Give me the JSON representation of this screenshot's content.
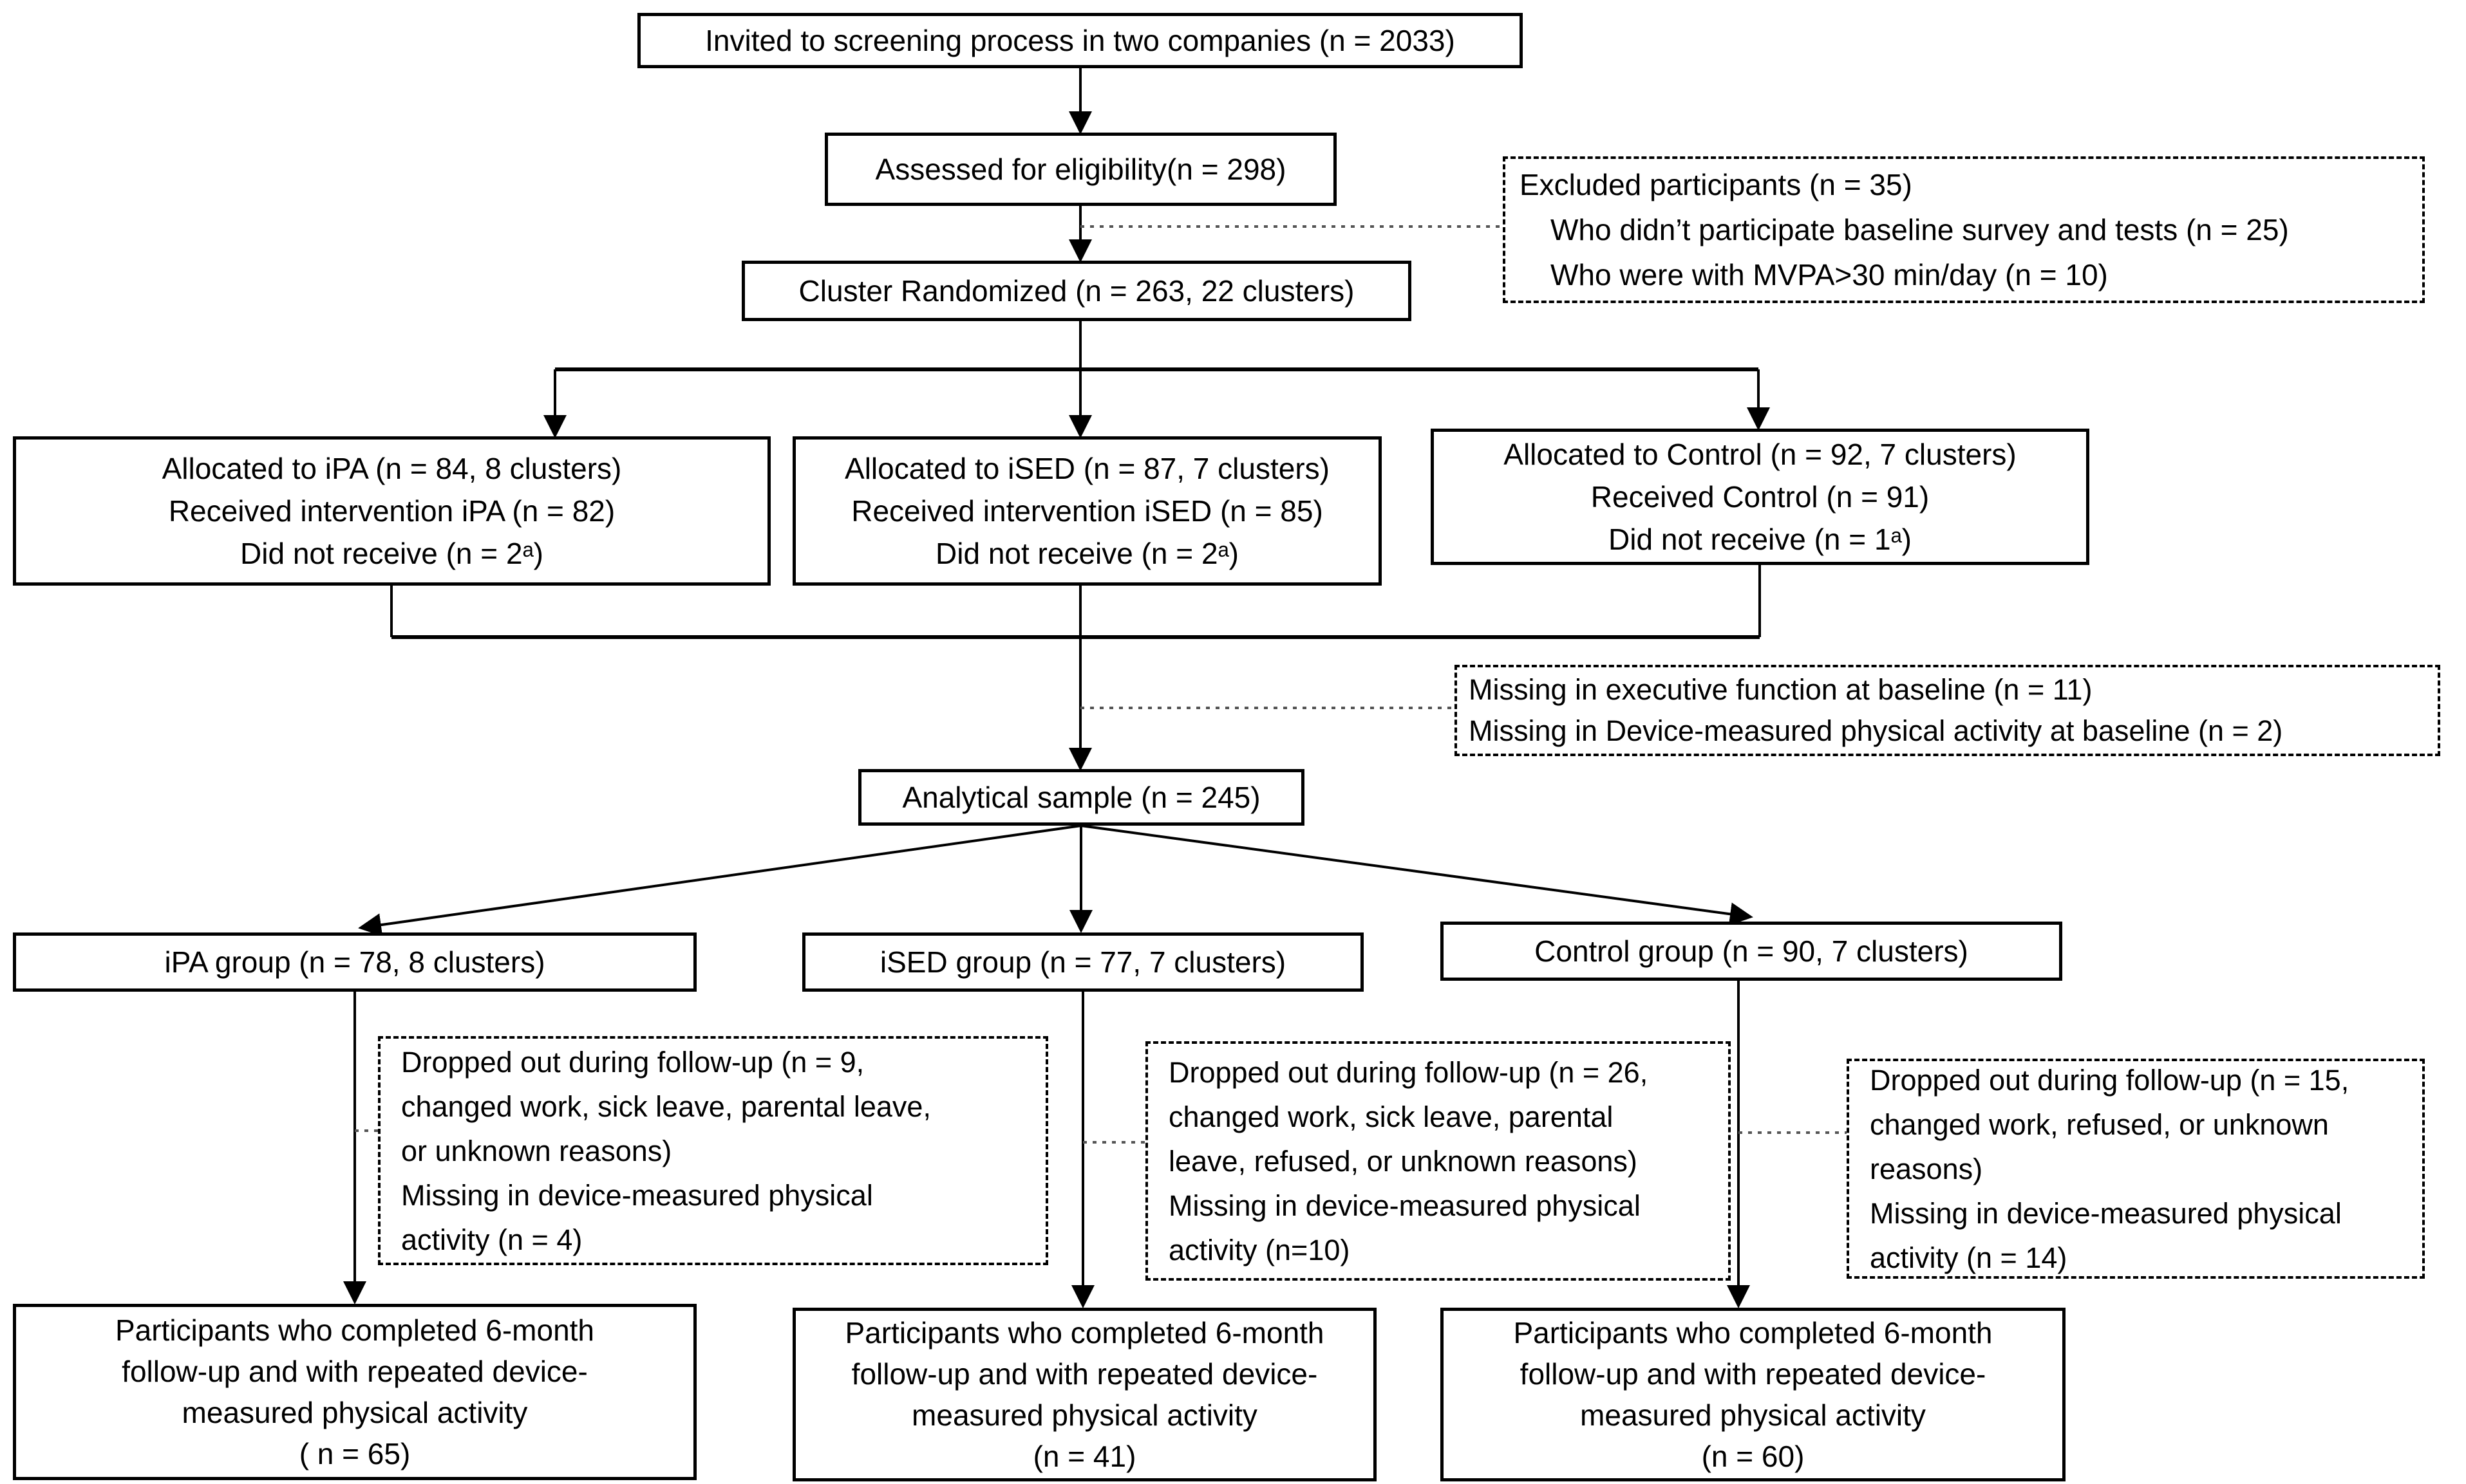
{
  "figure": {
    "type": "consort-flow-diagram",
    "colors": {
      "background": "#ffffff",
      "box_border": "#000000",
      "text": "#000000",
      "solid_connector": "#000000",
      "dashed_connector": "#555555"
    }
  },
  "boxes": {
    "invited": {
      "lines": [
        "Invited to screening process in two companies (n = 2033)"
      ]
    },
    "assessed": {
      "lines": [
        "Assessed for eligibility(n = 298)"
      ]
    },
    "excluded": {
      "lines": [
        "Excluded participants (n = 35)",
        "Who didn’t participate baseline survey and tests (n = 25)",
        "Who were with MVPA>30 min/day (n = 10)"
      ]
    },
    "cluster_randomized": {
      "lines": [
        "Cluster Randomized (n = 263, 22 clusters)"
      ]
    },
    "allocated_ipa": {
      "lines": [
        "Allocated to iPA (n = 84, 8 clusters)",
        "Received intervention iPA (n = 82)",
        "Did not receive (n = 2ᵃ)"
      ]
    },
    "allocated_ised": {
      "lines": [
        "Allocated to iSED (n = 87, 7 clusters)",
        "Received intervention iSED (n = 85)",
        "Did not receive (n = 2ᵃ)"
      ]
    },
    "allocated_control": {
      "lines": [
        "Allocated to Control (n = 92, 7 clusters)",
        "Received Control (n = 91)",
        "Did not receive (n = 1ᵃ)"
      ]
    },
    "missing_baseline": {
      "lines": [
        "Missing in executive function at baseline (n = 11)",
        "Missing in Device-measured physical activity at baseline (n = 2)"
      ]
    },
    "analytical_sample": {
      "lines": [
        "Analytical sample (n = 245)"
      ]
    },
    "group_ipa": {
      "lines": [
        "iPA group (n = 78, 8 clusters)"
      ]
    },
    "group_ised": {
      "lines": [
        "iSED group (n = 77, 7 clusters)"
      ]
    },
    "group_control": {
      "lines": [
        "Control group (n = 90, 7 clusters)"
      ]
    },
    "dropout_ipa": {
      "lines": [
        "Dropped out during follow-up (n = 9,",
        "changed work, sick leave, parental leave,",
        "or unknown reasons)",
        "Missing in device-measured physical",
        "activity (n = 4)"
      ]
    },
    "dropout_ised": {
      "lines": [
        "Dropped out during follow-up (n = 26,",
        "changed work, sick leave, parental",
        "leave, refused, or unknown reasons)",
        "Missing in device-measured physical",
        "activity (n=10)"
      ]
    },
    "dropout_control": {
      "lines": [
        "Dropped out during follow-up (n = 15,",
        "changed work, refused, or unknown",
        "reasons)",
        "Missing in device-measured physical",
        "activity (n = 14)"
      ]
    },
    "completed_ipa": {
      "lines": [
        "Participants who completed 6-month",
        "follow-up and with repeated device-",
        "measured physical activity",
        "( n = 65)"
      ]
    },
    "completed_ised": {
      "lines": [
        "Participants who completed 6-month",
        "follow-up and with repeated device-",
        "measured physical activity",
        "(n = 41)"
      ]
    },
    "completed_control": {
      "lines": [
        "Participants who completed 6-month",
        "follow-up and with repeated device-",
        "measured physical activity",
        "(n = 60)"
      ]
    }
  }
}
